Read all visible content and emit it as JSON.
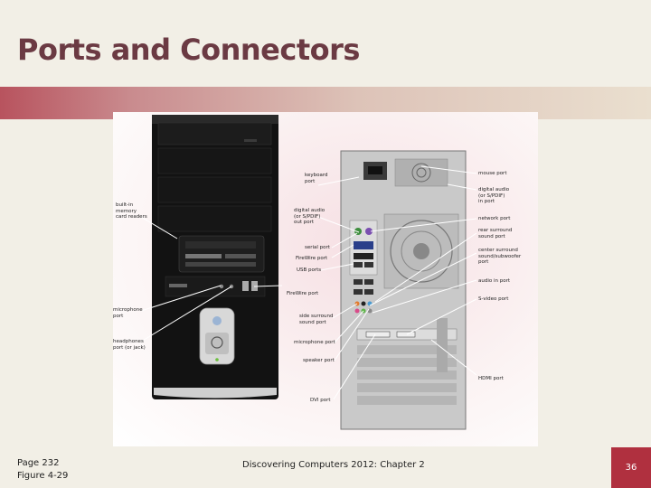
{
  "slide": {
    "title": "Ports and Connectors",
    "page_ref": "Page 232",
    "figure_ref": "Figure 4-29",
    "footer": "Discovering Computers 2012: Chapter 2",
    "page_number": "36"
  },
  "figure": {
    "front_labels": {
      "card_readers": "built-in\nmemory\ncard readers",
      "microphone": "microphone\nport",
      "headphones": "headphones\nport (or jack)",
      "firewire_front": "FireWire port"
    },
    "back_left_labels": {
      "keyboard": "keyboard\nport",
      "digital_audio_out": "digital audio\n(or S/PDIF)\nout port",
      "serial": "serial port",
      "firewire": "FireWire port",
      "usb": "USB ports",
      "side_surround": "side surround\nsound port",
      "microphone_back": "microphone port",
      "speaker": "speaker port",
      "dvi": "DVI port"
    },
    "back_right_labels": {
      "mouse": "mouse port",
      "digital_audio_in": "digital audio\n(or S/PDIF)\nin port",
      "network": "network port",
      "rear_surround": "rear surround\nsound port",
      "center_surround": "center surround\nsound/subwoofer\nport",
      "audio_in": "audio in port",
      "svideo": "S-video port",
      "hdmi": "HDMI port"
    }
  }
}
